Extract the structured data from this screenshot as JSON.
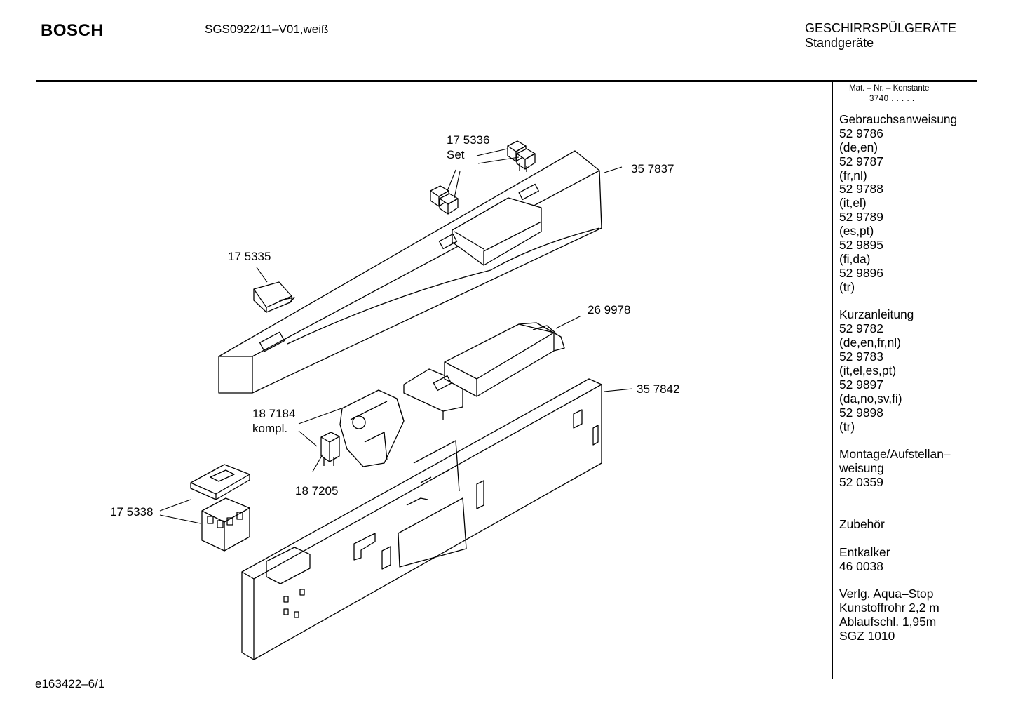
{
  "header": {
    "brand": "BOSCH",
    "model": "SGS0922/11–V01,weiß",
    "category_line1": "GESCHIRRSPÜLGERÄTE",
    "category_line2": "Standgeräte"
  },
  "sidebar": {
    "mat_label": "Mat. – Nr. – Konstante",
    "mat_value": "3740  .   .   .  .  .",
    "lines": [
      "Gebrauchsanweisung",
      "52 9786",
      "(de,en)",
      "52 9787",
      "(fr,nl)",
      "52 9788",
      "(it,el)",
      "52 9789",
      "(es,pt)",
      "52 9895",
      "(fi,da)",
      "52 9896",
      "(tr)",
      "",
      "Kurzanleitung",
      "52 9782",
      "(de,en,fr,nl)",
      "52 9783",
      "(it,el,es,pt)",
      "52 9897",
      "(da,no,sv,fi)",
      "52 9898",
      "(tr)",
      "",
      "Montage/Aufstellan–",
      "weisung",
      "52 0359",
      "",
      "",
      "Zubehör",
      "",
      "Entkalker",
      "46 0038",
      "",
      "Verlg. Aqua–Stop",
      "Kunstoffrohr 2,2 m",
      "Ablaufschl. 1,95m",
      "SGZ 1010"
    ]
  },
  "parts": {
    "p175336": "17 5336",
    "p175336_set": "Set",
    "p357837": "35 7837",
    "p175335": "17 5335",
    "p269978": "26 9978",
    "p357842": "35 7842",
    "p187184": "18 7184",
    "p187184_kompl": "kompl.",
    "p187205": "18 7205",
    "p175338": "17 5338"
  },
  "footer": {
    "code": "e163422–6/1"
  }
}
